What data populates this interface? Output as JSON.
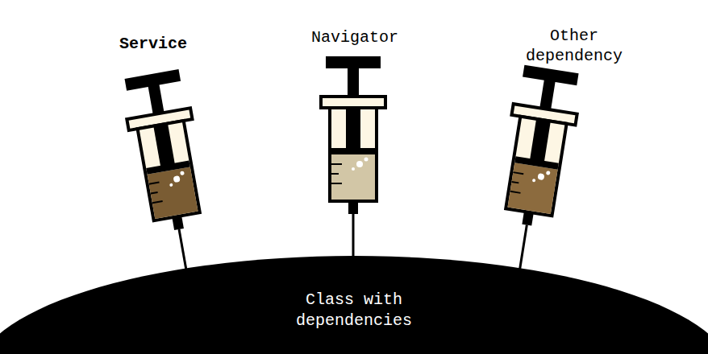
{
  "diagram": {
    "nodes": [
      {
        "text": [
          "Class with dependencies"
        ]
      }
    ],
    "labels": [
      "Service",
      "Navigator",
      "Other dependency"
    ]
  }
}
